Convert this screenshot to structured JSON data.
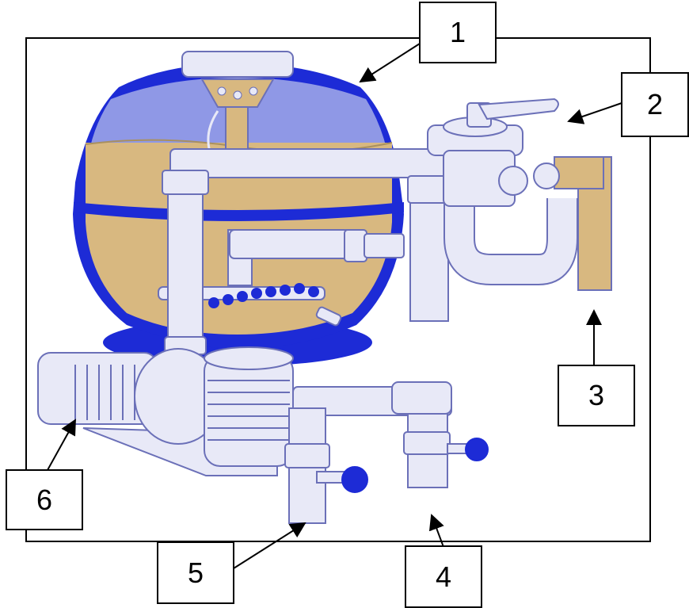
{
  "labels": {
    "one": "1",
    "two": "2",
    "three": "3",
    "four": "4",
    "five": "5",
    "six": "6"
  },
  "colors": {
    "tank_blue": "#1d2bd6",
    "tank_shell_light": "#8f98e6",
    "sand": "#d8b880",
    "pipe": "#e8e9f7",
    "pipe_outline": "#6b70b8",
    "frame": "#000000"
  }
}
